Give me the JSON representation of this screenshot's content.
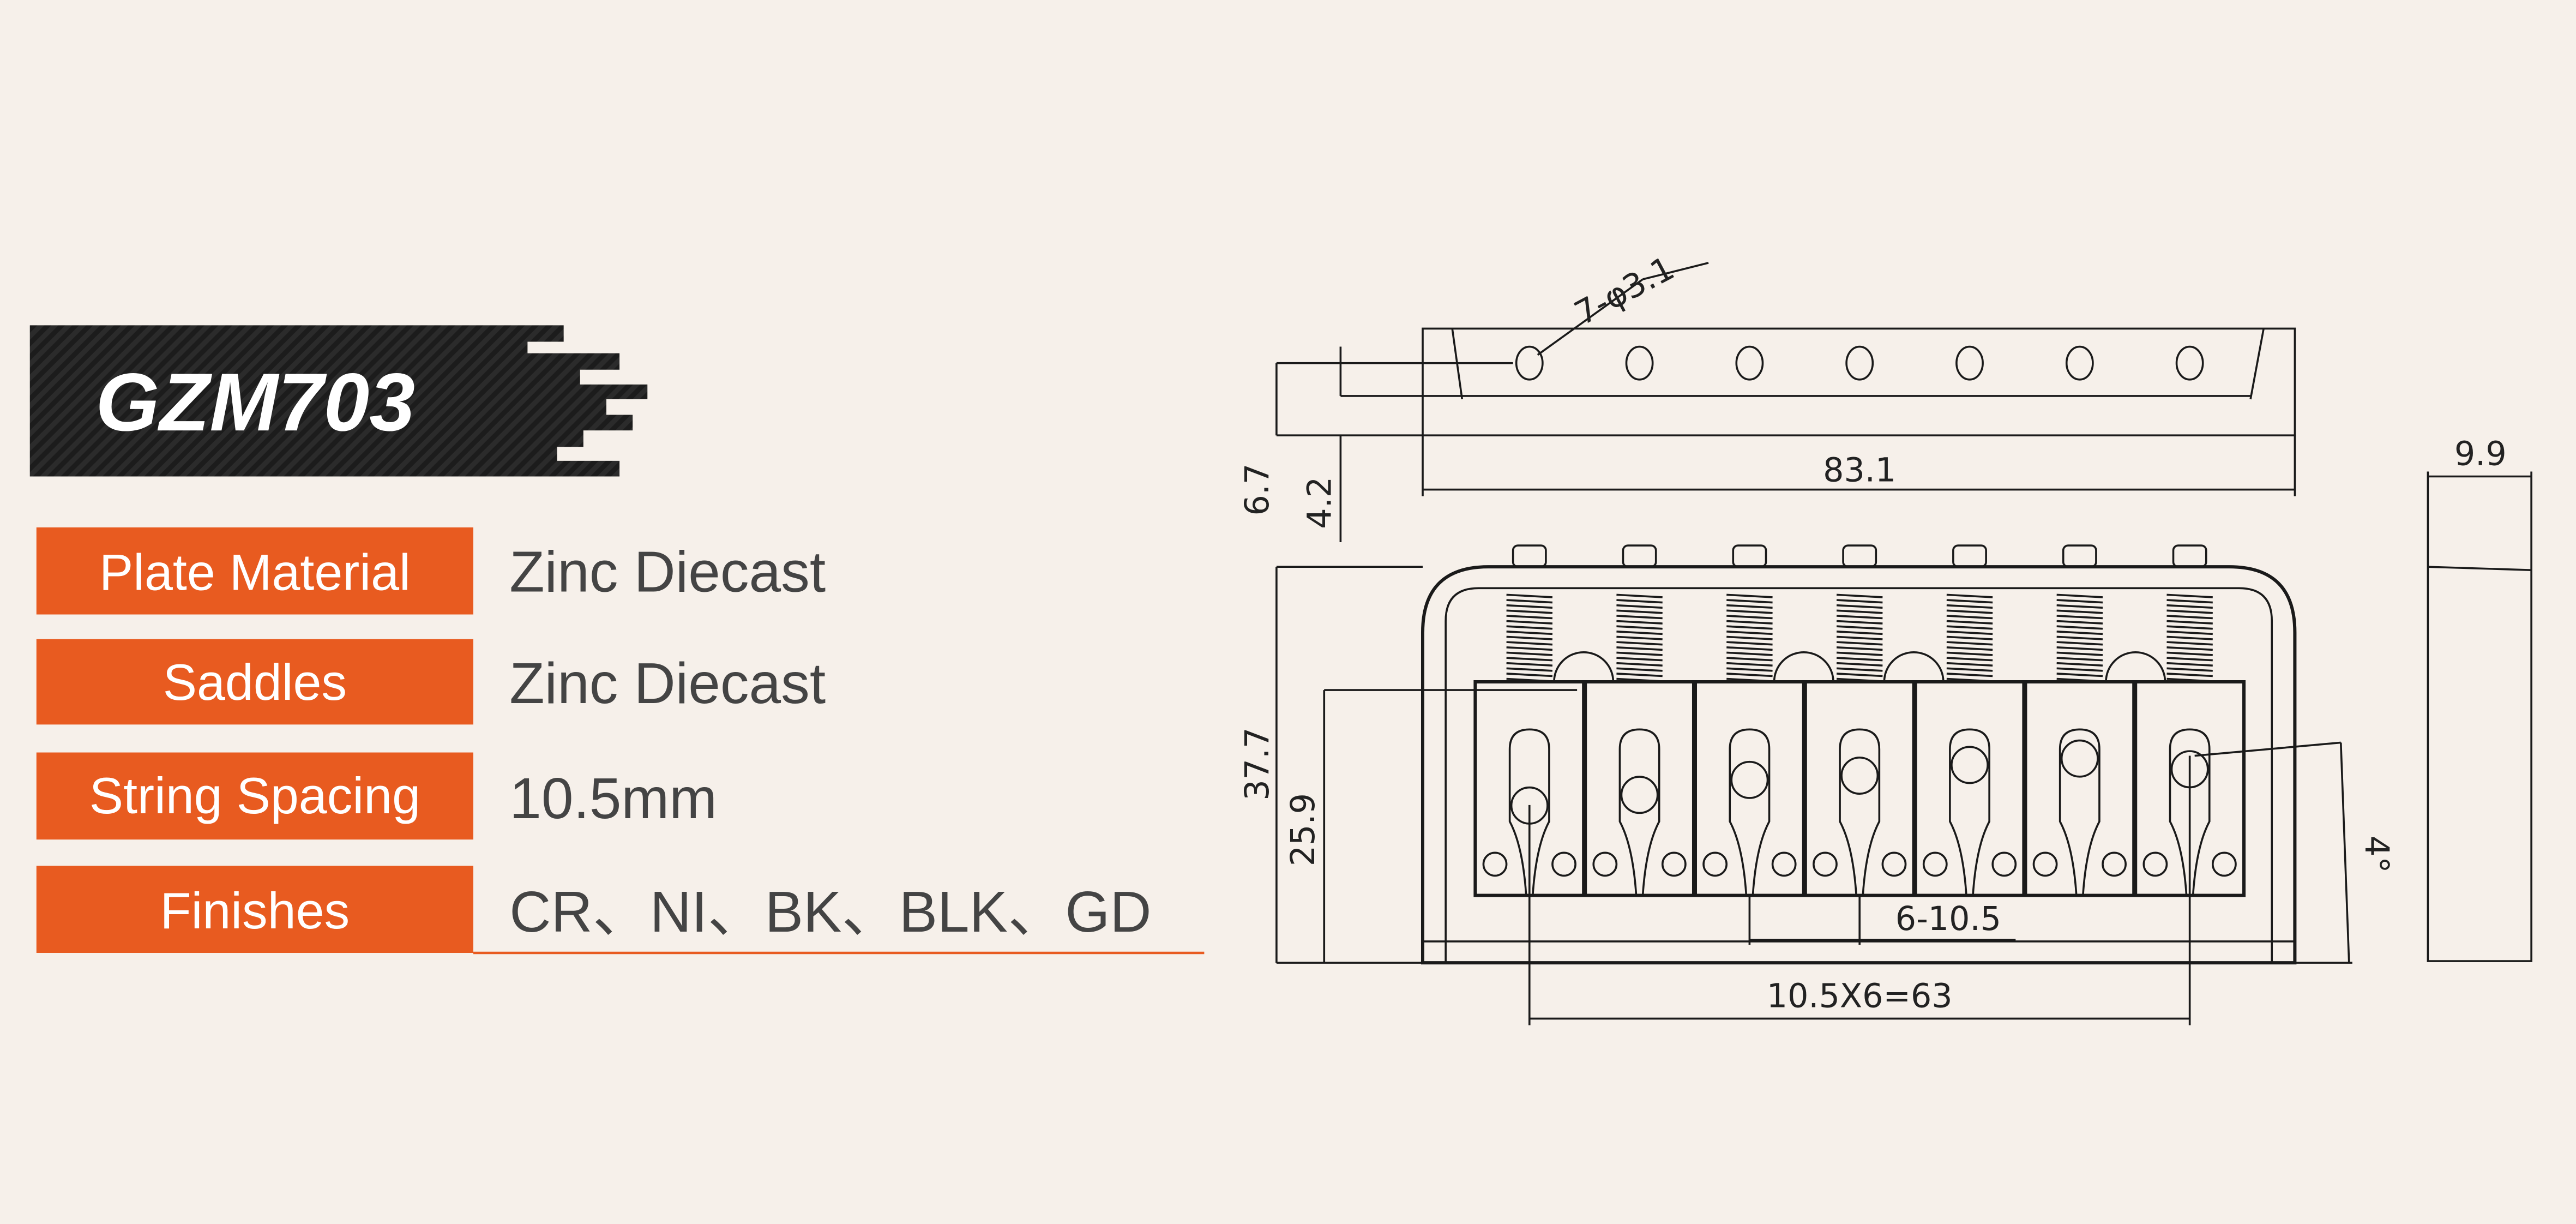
{
  "product": {
    "model": "GZM703"
  },
  "specs": [
    {
      "label": "Plate Material",
      "value": "Zinc Diecast"
    },
    {
      "label": "Saddles",
      "value": "Zinc Diecast"
    },
    {
      "label": "String Spacing",
      "value": "10.5mm"
    },
    {
      "label": "Finishes",
      "value": "CR、NI、BK、BLK、GD"
    }
  ],
  "drawing": {
    "holes_callout": "7-φ3.1",
    "dim_overall_width": "83.1",
    "dim_height_a": "6.7",
    "dim_height_b": "4.2",
    "dim_depth": "9.9",
    "dim_total_length": "37.7",
    "dim_saddle_length": "25.9",
    "dim_spacing_adjust": "6-10.5",
    "dim_string_span": "10.5X6=63",
    "dim_angle": "4°",
    "saddle_count": 7,
    "saddle_ball_offsets": [
      0.62,
      0.52,
      0.38,
      0.34,
      0.24,
      0.18,
      0.28
    ]
  },
  "colors": {
    "accent": "#E85B20",
    "background": "#F6F0EA",
    "logo_bg": "#222222",
    "text": "#444444"
  }
}
